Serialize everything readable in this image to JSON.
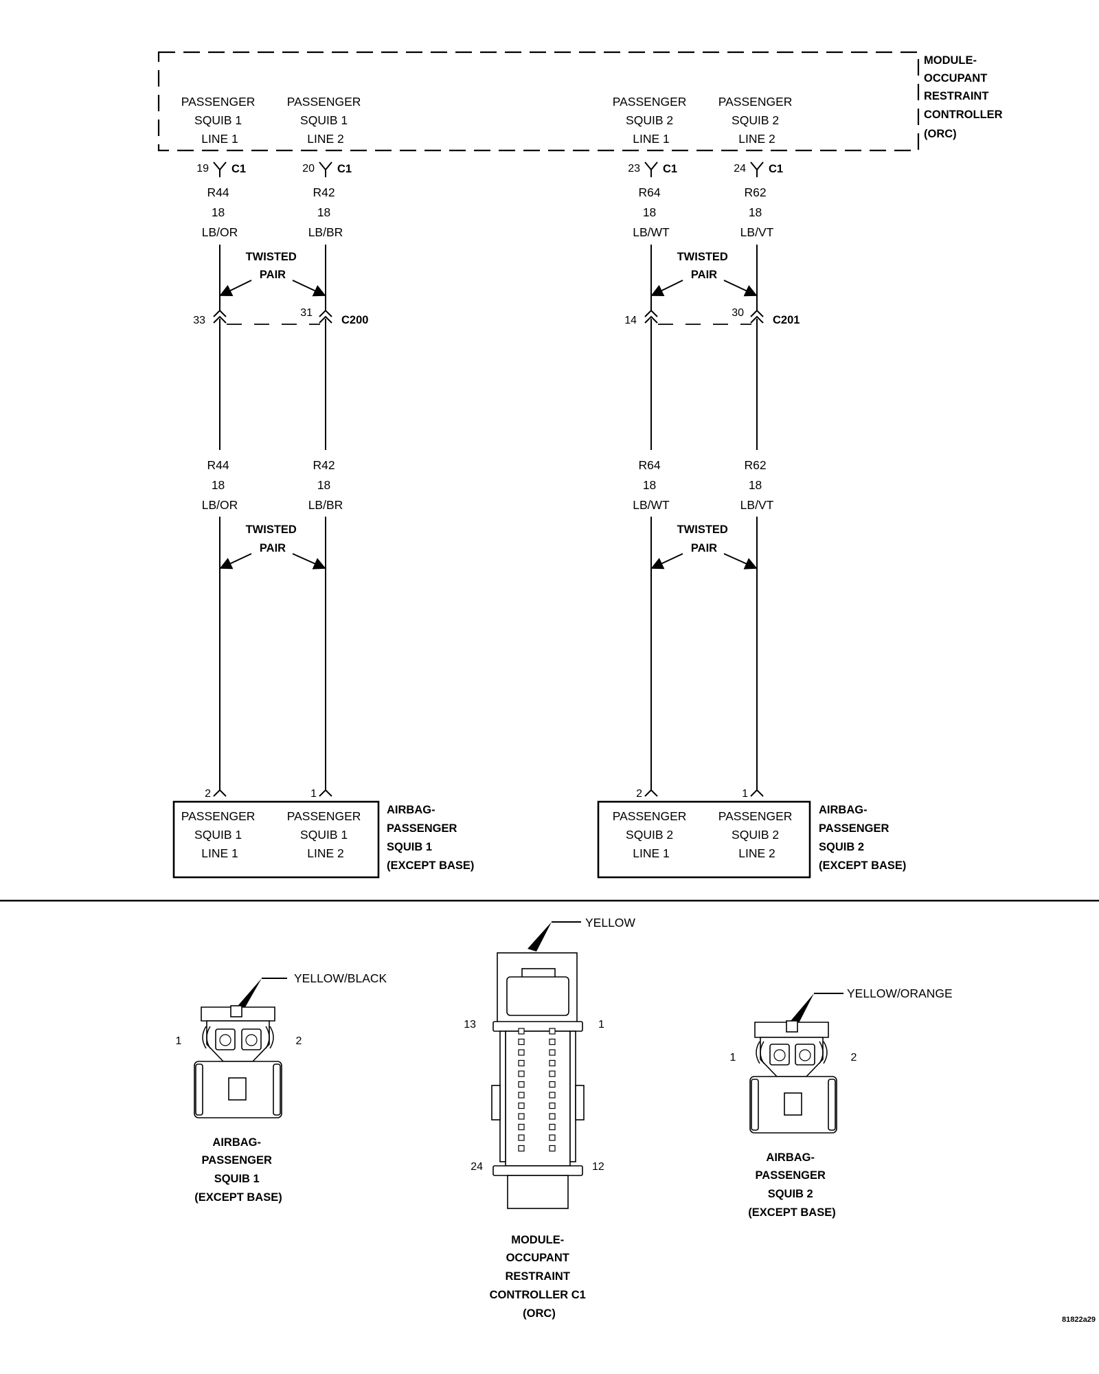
{
  "module": {
    "title_lines": [
      "MODULE-",
      "OCCUPANT",
      "RESTRAINT",
      "CONTROLLER",
      "(ORC)"
    ],
    "pins": [
      {
        "label_lines": [
          "PASSENGER",
          "SQUIB 1",
          "LINE 1"
        ],
        "pin": "19",
        "connector": "C1"
      },
      {
        "label_lines": [
          "PASSENGER",
          "SQUIB 1",
          "LINE 2"
        ],
        "pin": "20",
        "connector": "C1"
      },
      {
        "label_lines": [
          "PASSENGER",
          "SQUIB 2",
          "LINE 1"
        ],
        "pin": "23",
        "connector": "C1"
      },
      {
        "label_lines": [
          "PASSENGER",
          "SQUIB 2",
          "LINE 2"
        ],
        "pin": "24",
        "connector": "C1"
      }
    ]
  },
  "wires": [
    {
      "circuit": "R44",
      "gauge": "18",
      "color": "LB/OR"
    },
    {
      "circuit": "R42",
      "gauge": "18",
      "color": "LB/BR"
    },
    {
      "circuit": "R64",
      "gauge": "18",
      "color": "LB/WT"
    },
    {
      "circuit": "R62",
      "gauge": "18",
      "color": "LB/VT"
    }
  ],
  "twisted_pair_label": [
    "TWISTED",
    "PAIR"
  ],
  "inline_connectors": [
    {
      "name": "C200",
      "pin_left": "33",
      "pin_right": "31"
    },
    {
      "name": "C201",
      "pin_left": "14",
      "pin_right": "30"
    }
  ],
  "squibs": [
    {
      "title_lines": [
        "AIRBAG-",
        "PASSENGER",
        "SQUIB 1",
        "(EXCEPT BASE)"
      ],
      "pin_left": "2",
      "pin_right": "1",
      "left_label": [
        "PASSENGER",
        "SQUIB 1",
        "LINE 1"
      ],
      "right_label": [
        "PASSENGER",
        "SQUIB 1",
        "LINE 2"
      ]
    },
    {
      "title_lines": [
        "AIRBAG-",
        "PASSENGER",
        "SQUIB 2",
        "(EXCEPT BASE)"
      ],
      "pin_left": "2",
      "pin_right": "1",
      "left_label": [
        "PASSENGER",
        "SQUIB 2",
        "LINE 1"
      ],
      "right_label": [
        "PASSENGER",
        "SQUIB 2",
        "LINE 2"
      ]
    }
  ],
  "connector_views": [
    {
      "color": "YELLOW/BLACK",
      "pin_left": "1",
      "pin_right": "2",
      "caption_lines": [
        "AIRBAG-",
        "PASSENGER",
        "SQUIB 1",
        "(EXCEPT BASE)"
      ]
    },
    {
      "color": "YELLOW",
      "pin_top_left": "13",
      "pin_top_right": "1",
      "pin_bottom_left": "24",
      "pin_bottom_right": "12",
      "caption_lines": [
        "MODULE-",
        "OCCUPANT",
        "RESTRAINT",
        "CONTROLLER C1",
        "(ORC)"
      ]
    },
    {
      "color": "YELLOW/ORANGE",
      "pin_left": "1",
      "pin_right": "2",
      "caption_lines": [
        "AIRBAG-",
        "PASSENGER",
        "SQUIB 2",
        "(EXCEPT BASE)"
      ]
    }
  ],
  "figure_id": "81822a29"
}
